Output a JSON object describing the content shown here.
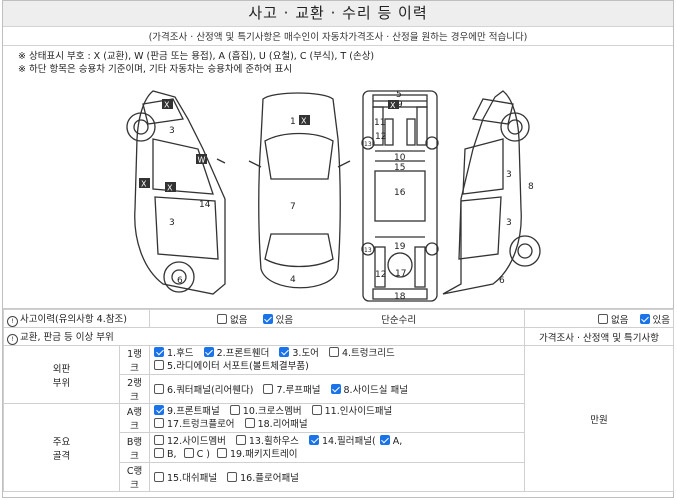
{
  "header": {
    "title": "사고 · 교환 · 수리 등 이력",
    "subtitle": "(가격조사 · 산정액 및 특기사항은 매수인이 자동차가격조사 · 산정을 원하는 경우에만 적습니다)"
  },
  "notes": {
    "line1": "※ 상태표시 부호 : X (교환), W (판금 또는 용접), A (흠집), U (요철), C (부식), T (손상)",
    "line2": "※ 하단 항목은 승용차 기준이며, 기타 자동차는 승용차에 준하여 표시"
  },
  "diagram_labels": {
    "top": "1",
    "front": "4",
    "roof": "7",
    "left_fender": "3",
    "left_door": "3",
    "left_quarter": "14",
    "left_wheel": "6",
    "right_fender": "3",
    "right_door": "3",
    "right_quarter": "8",
    "right_wheel": "6",
    "u5": "5",
    "u9": "9",
    "u10": "10",
    "u11": "11",
    "u12": "12",
    "u13": "13",
    "u15": "15",
    "u16": "16",
    "u19": "19",
    "u17": "17",
    "u18": "18",
    "u12b": "12",
    "u13b": "13",
    "mark_x": "X",
    "mark_w": "W"
  },
  "history": {
    "accident_label": "사고이력(유의사항 4.참조)",
    "none": "없음",
    "yes": "있음",
    "simple_repair": "단순수리",
    "parts_label": "교환, 판금 등 이상 부위",
    "pricing_label": "가격조사 · 산정액 및 특기사항",
    "amount_unit": "만원"
  },
  "outer": {
    "label_line1": "외판",
    "label_line2": "부위",
    "rank1": "1랭크",
    "rank2": "2랭크",
    "r1_items": [
      "1.후드",
      "2.프론트휀더",
      "3.도어",
      "4.트렁크리드",
      "5.라디에이터 서포트(볼트체결부품)"
    ],
    "r2_items": [
      "6.쿼터패널(리어휀다)",
      "7.루프패널",
      "8.사이드실 패널"
    ]
  },
  "frame": {
    "label_line1": "주요",
    "label_line2": "골격",
    "rankA": "A랭크",
    "rankB": "B랭크",
    "rankC": "C랭크",
    "a_items": [
      "9.프론트패널",
      "10.크로스멤버",
      "11.인사이드패널",
      "17.트렁크플로어",
      "18.리어패널"
    ],
    "b_items": [
      "12.사이드멤버",
      "13.휠하우스",
      "14.필러패널(",
      "A,",
      "B,",
      "C )",
      "19.패키지트레이"
    ],
    "c_items": [
      "15.대쉬패널",
      "16.플로어패널"
    ]
  },
  "colors": {
    "check": "#1a73e8",
    "header_bg": "#eeeeee"
  }
}
